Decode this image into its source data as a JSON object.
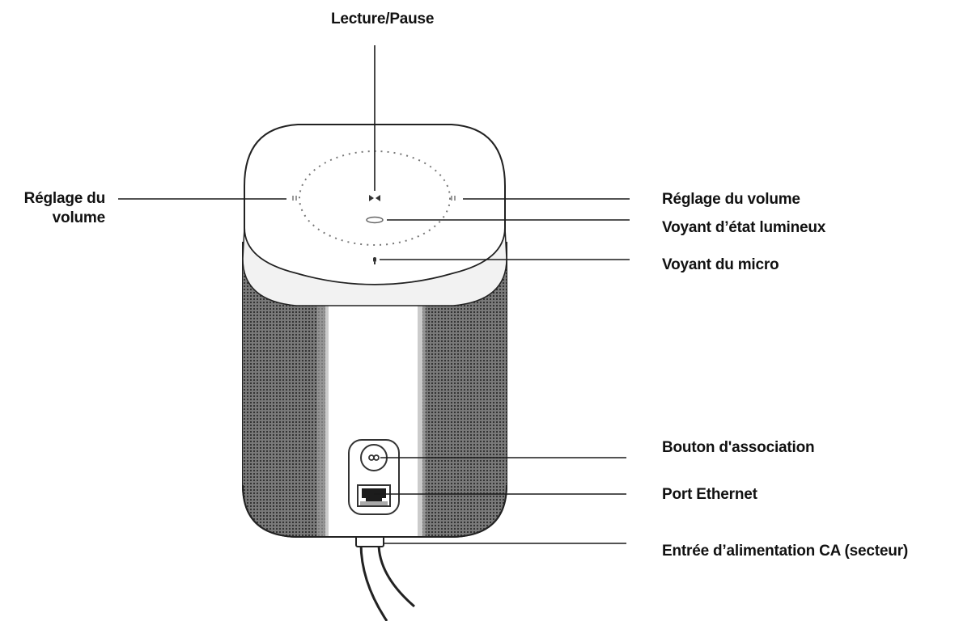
{
  "labels": {
    "play_pause": "Lecture/Pause",
    "volume_left_line1": "Réglage du",
    "volume_left_line2": "volume",
    "volume_right": "Réglage du volume",
    "status_light": "Voyant d’état lumineux",
    "mic_light": "Voyant du micro",
    "join_button": "Bouton d'association",
    "ethernet_port": "Port Ethernet",
    "power_input": "Entrée d’alimentation CA (secteur)"
  },
  "icons": {
    "play_pause": "play-pause-icon",
    "volume_down": "volume-down-icon",
    "volume_up": "volume-up-icon",
    "status_light": "status-light-icon",
    "mic": "microphone-icon",
    "join": "infinity-icon",
    "ethernet": "ethernet-port-icon"
  },
  "colors": {
    "line": "#1a1a1a",
    "grille": "#3a3a3a",
    "body": "#ffffff"
  }
}
